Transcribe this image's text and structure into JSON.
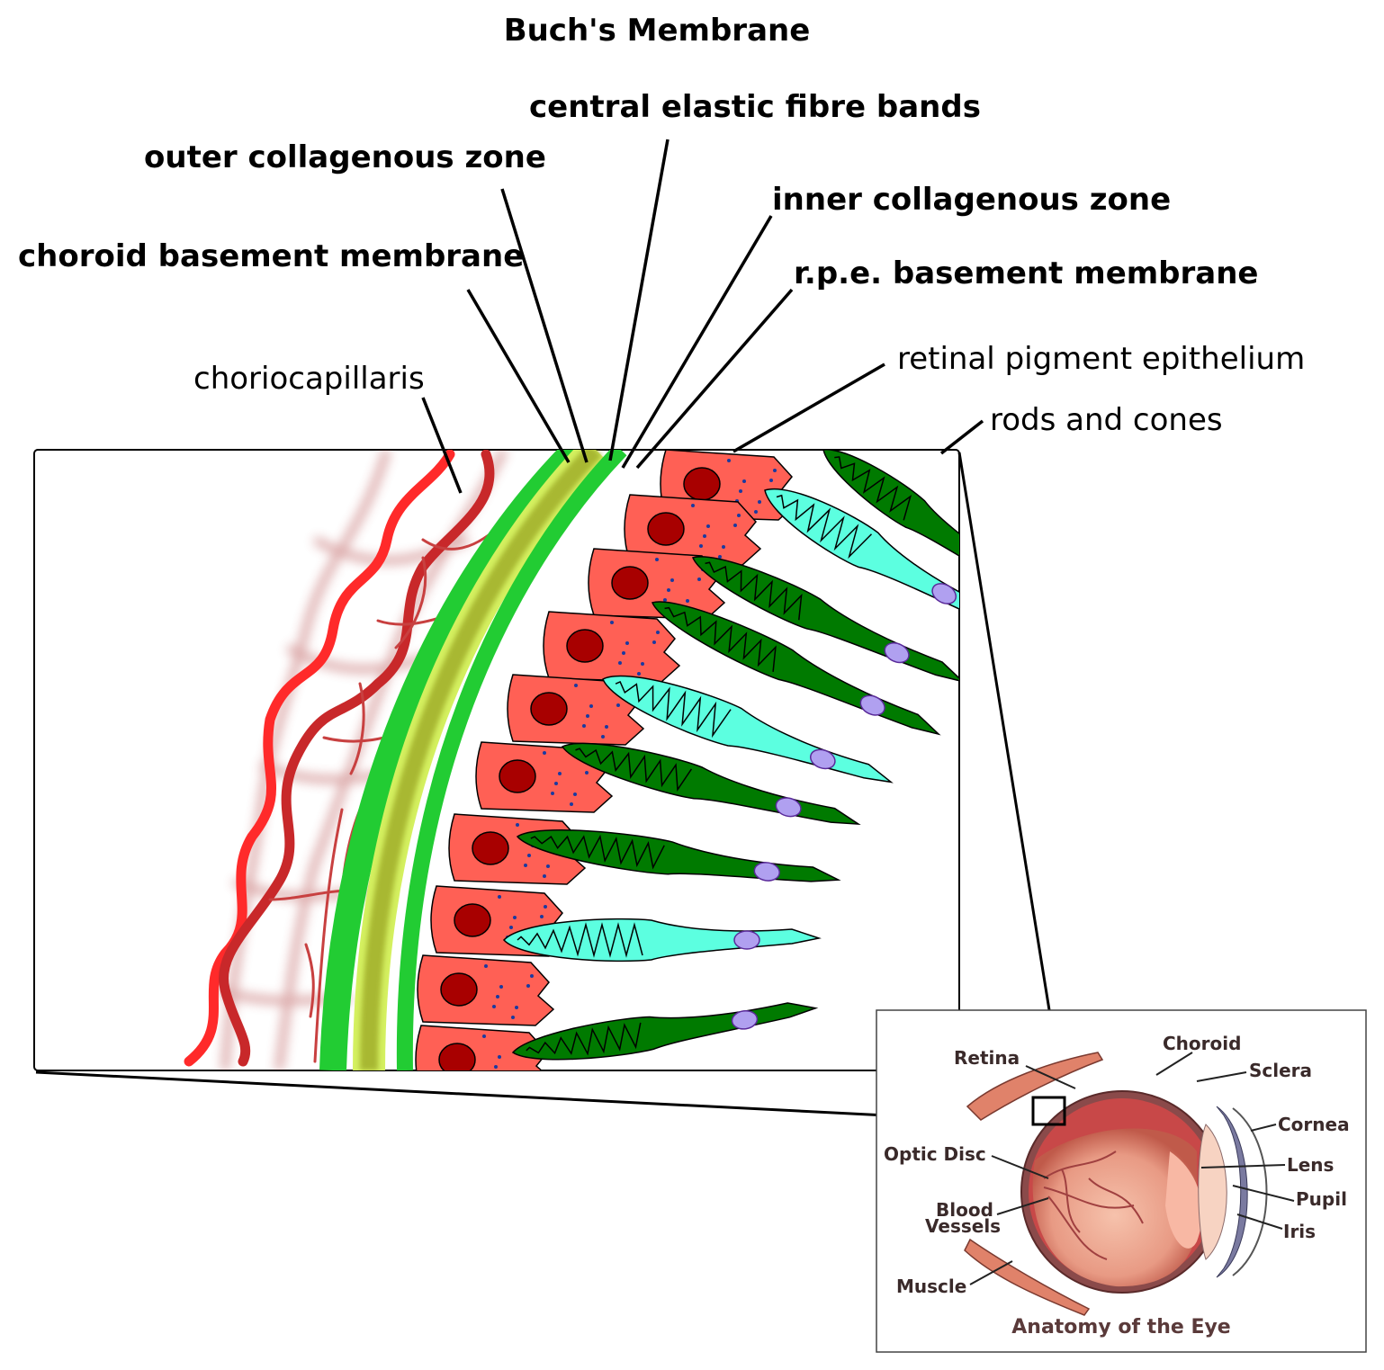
{
  "title": "Buch's Membrane",
  "labels": {
    "central_elastic_fibre_bands": "central elastic fibre bands",
    "outer_collagenous_zone": "outer collagenous zone",
    "inner_collagenous_zone": "inner collagenous zone",
    "choroid_basement_membrane": "choroid basement membrane",
    "rpe_basement_membrane": "r.p.e. basement membrane",
    "retinal_pigment_epithelium": "retinal pigment epithelium",
    "choriocapillaris": "choriocapillaris",
    "rods_and_cones": "rods and cones"
  },
  "inset": {
    "title": "Anatomy of the Eye",
    "retina": "Retina",
    "choroid": "Choroid",
    "sclera": "Sclera",
    "cornea": "Cornea",
    "optic_disc": "Optic Disc",
    "lens": "Lens",
    "pupil": "Pupil",
    "blood": "Blood",
    "vessels": "Vessels",
    "iris": "Iris",
    "muscle": "Muscle"
  },
  "colors": {
    "vessel_red": "#ff2a2a",
    "vessel_dark": "#c8282a",
    "rpe_cell": "#ff6055",
    "nucleus": "#a80000",
    "rod": "#007a00",
    "cone": "#5cffe0",
    "bruch_olive": "#a8b830",
    "bruch_green": "#22cc33"
  }
}
